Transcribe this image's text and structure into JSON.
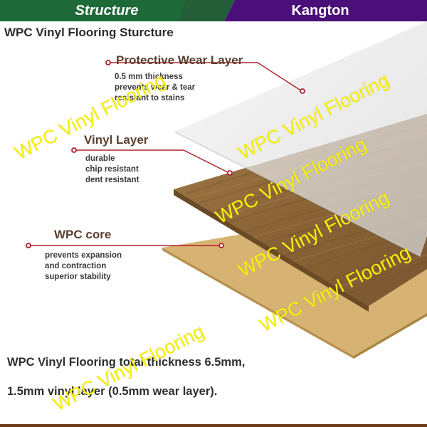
{
  "header": {
    "left_tab": "Structure",
    "right_tab": "Kangton",
    "colors": {
      "left": "#1d6a38",
      "right": "#4a0f78"
    }
  },
  "page_title": "WPC Vinyl Flooring Sturcture",
  "layers": [
    {
      "title": "Protective Wear Layer",
      "desc": [
        "0.5 mm thickness",
        "prevents wear & tear",
        "resistant to stains"
      ]
    },
    {
      "title": "Vinyl Layer",
      "desc": [
        "durable",
        "chip resistant",
        "dent resistant"
      ]
    },
    {
      "title": "WPC core",
      "desc": [
        "prevents expansion",
        "and contraction",
        "superior stability"
      ]
    }
  ],
  "watermark": "WPC Vinyl Flooring",
  "summary": {
    "line1": "WPC Vinyl Flooring total thickness 6.5mm,",
    "line2": "1.5mm vinyl layer (0.5mm wear layer)."
  },
  "colors": {
    "leader_line": "#b0202a",
    "wood": "#8f6a3c",
    "core": "#d8b576",
    "wear": "#e8e8e8"
  }
}
